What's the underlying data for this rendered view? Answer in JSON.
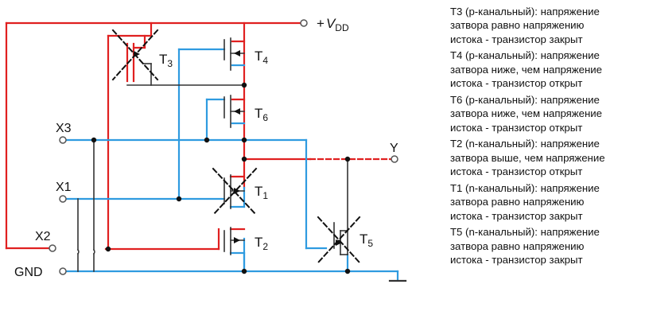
{
  "labels": {
    "vdd_plus": "+",
    "vdd_v": "V",
    "vdd_sub": "DD",
    "x3": "X3",
    "x1": "X1",
    "x2": "X2",
    "gnd": "GND",
    "y": "Y",
    "t3": "T",
    "t3_sub": "3",
    "t4": "T",
    "t4_sub": "4",
    "t6": "T",
    "t6_sub": "6",
    "t1": "T",
    "t1_sub": "1",
    "t2": "T",
    "t2_sub": "2",
    "t5": "T",
    "t5_sub": "5"
  },
  "colors": {
    "red": "#e02020",
    "blue": "#2f9be0",
    "dark": "#333333"
  },
  "notes": [
    {
      "text": "T3 (р-канальный): напряжение\nзатвора равно напряжению\nистока - транзистор закрыт"
    },
    {
      "text": "T4 (р-канальный): напряжение\nзатвора ниже, чем напряжение\nистока - транзистор открыт"
    },
    {
      "text": "T6 (р-канальный): напряжение\nзатвора ниже, чем напряжение\nистока - транзистор открыт"
    },
    {
      "text": "T2 (n-канальный): напряжение\nзатвора выше, чем напряжение\nистока - транзистор открыт"
    },
    {
      "text": "T1 (n-канальный): напряжение\nзатвора равно напряжению\nистока - транзистор закрыт"
    },
    {
      "text": "T5 (n-канальный): напряжение\nзатвора равно напряжению\nистока - транзистор закрыт"
    }
  ]
}
